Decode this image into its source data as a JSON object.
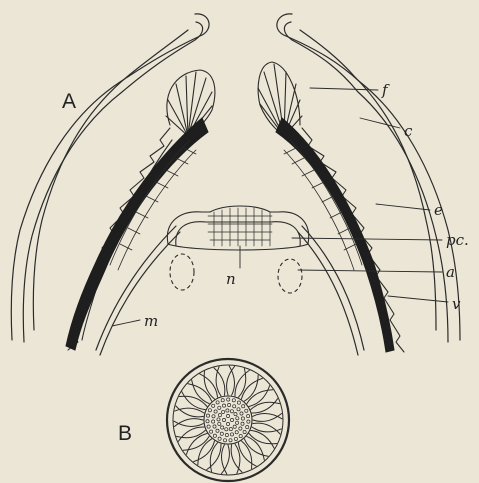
{
  "panels": {
    "a": "A",
    "b": "B"
  },
  "labels": {
    "f": "f",
    "c": "c",
    "e": "e",
    "pc": "pc.",
    "a": "a",
    "v": "v",
    "n": "n",
    "m": "m"
  },
  "colors": {
    "paper": "#ebe6d6",
    "ink": "#2b2b2b",
    "band": "#1e1e1e"
  }
}
